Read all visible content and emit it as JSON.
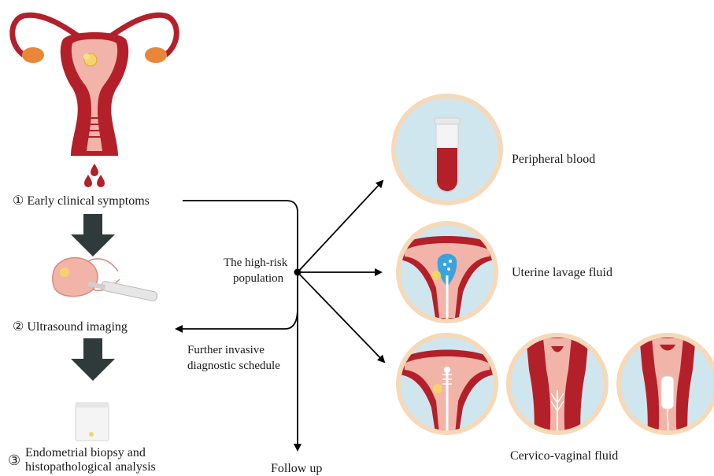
{
  "steps": [
    {
      "num": "①",
      "label": "Early clinical symptoms"
    },
    {
      "num": "②",
      "label": "Ultrasound imaging"
    },
    {
      "num": "③",
      "label_line1": "Endometrial biopsy and",
      "label_line2": "histopathological analysis"
    }
  ],
  "center": {
    "line1": "The high-risk",
    "line2": "population"
  },
  "branches": {
    "invasive_line1": "Further invasive",
    "invasive_line2": "diagnostic schedule",
    "follow_up": "Follow up"
  },
  "samples": [
    {
      "label": "Peripheral blood"
    },
    {
      "label": "Uterine lavage fluid"
    },
    {
      "label": "Cervico-vaginal fluid"
    }
  ],
  "colors": {
    "uterus_dark": "#b3202a",
    "uterus_light": "#f2b4a8",
    "ovary": "#e8873a",
    "tumor": "#f5d36b",
    "circle_bg": "#cfe6ef",
    "circle_ring": "#f6d9b8",
    "down_arrow": "#2f3b3a",
    "lines": "#000000"
  }
}
